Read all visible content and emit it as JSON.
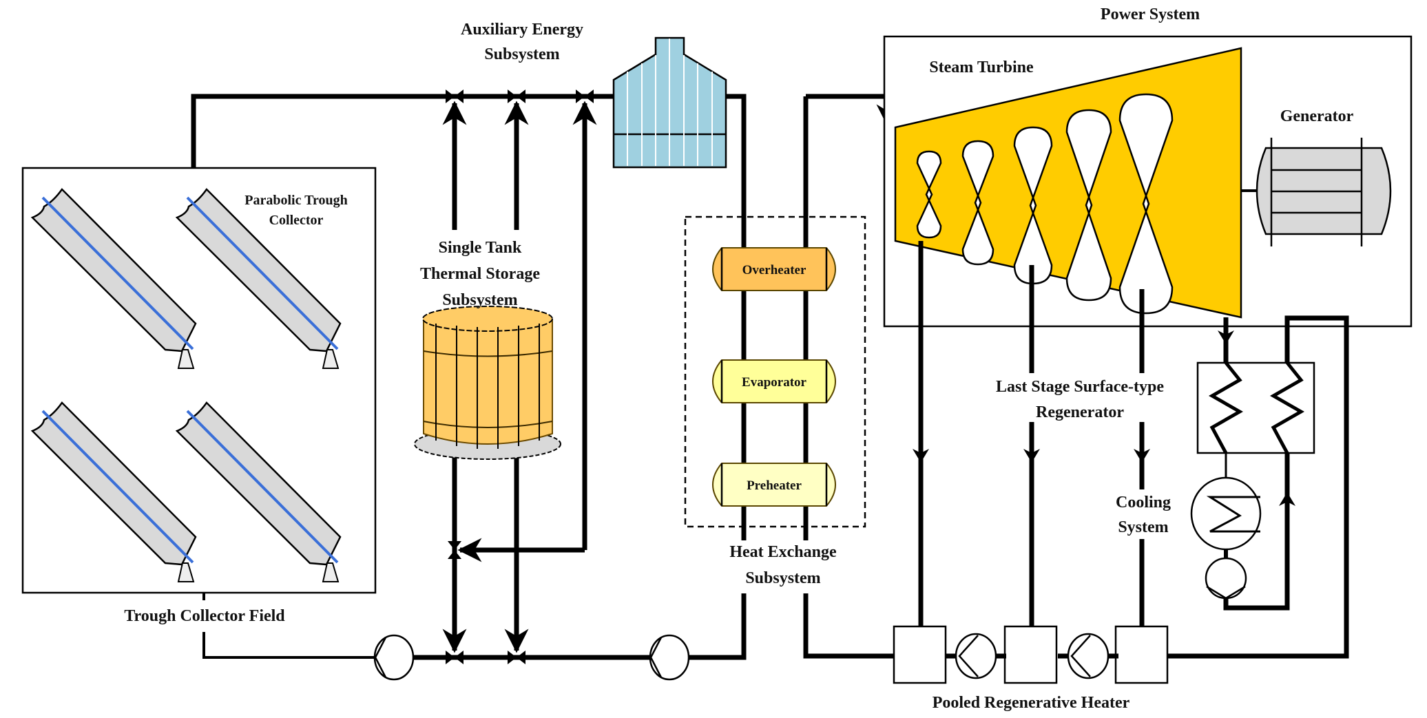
{
  "diagram": {
    "type": "process-flow",
    "subject": "Parabolic trough solar thermal power plant",
    "colors": {
      "pipe": "#000000",
      "collector_body": "#d9d9d9",
      "receiver_tube": "#3a6fd8",
      "boiler": "#9fd0e0",
      "tank": "#ffcc66",
      "tank_base": "#d9d9d9",
      "overheater": "#ffc35a",
      "evaporator": "#ffff99",
      "preheater": "#ffffc4",
      "turbine": "#ffcc00",
      "generator": "#d9d9d9"
    },
    "labels": {
      "auxiliary_line1": "Auxiliary Energy",
      "auxiliary_line2": "Subsystem",
      "storage_line1": "Single Tank",
      "storage_line2": "Thermal Storage",
      "storage_line3": "Subsystem",
      "collector_line1": "Parabolic Trough",
      "collector_line2": "Collector",
      "collector_field": "Trough Collector Field",
      "heat_exchange_line1": "Heat Exchange",
      "heat_exchange_line2": "Subsystem",
      "power_system": "Power System",
      "steam_turbine": "Steam Turbine",
      "generator": "Generator",
      "regenerator_line1": "Last Stage Surface-type",
      "regenerator_line2": "Regenerator",
      "cooling_line1": "Cooling",
      "cooling_line2": "System",
      "pooled_heater": "Pooled Regenerative Heater"
    },
    "heat_exchangers": [
      {
        "name": "Overheater"
      },
      {
        "name": "Evaporator"
      },
      {
        "name": "Preheater"
      }
    ],
    "components": {
      "collector_count": 4,
      "turbine_stages": 5,
      "pooled_heater_units": 3,
      "pumps": 5
    }
  }
}
